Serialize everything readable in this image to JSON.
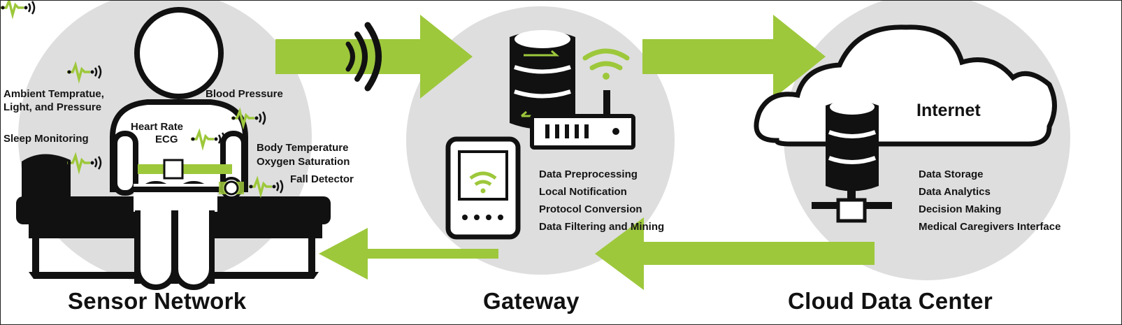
{
  "colors": {
    "accent": "#9dc83b",
    "circle": "#dedede",
    "ink": "#111111",
    "white": "#ffffff"
  },
  "sensor_network": {
    "title": "Sensor Network",
    "labels": {
      "ambient_line1": "Ambient  Tempratue,",
      "ambient_line2": "Light, and Pressure",
      "blood_pressure": "Blood Pressure",
      "heart_rate": "Heart Rate",
      "ecg": "ECG",
      "sleep_monitoring": "Sleep Monitoring",
      "body_temperature": "Body Temperature",
      "oxygen_saturation": "Oxygen Saturation",
      "fall_detector": "Fall Detector"
    }
  },
  "gateway": {
    "title": "Gateway",
    "functions": [
      "Data Preprocessing",
      "Local Notification",
      "Protocol Conversion",
      "Data Filtering and Mining"
    ]
  },
  "cloud": {
    "title": "Cloud Data Center",
    "internet_label": "Internet",
    "functions": [
      "Data Storage",
      "Data Analytics",
      "Decision Making",
      "Medical Caregivers Interface"
    ]
  },
  "icons": {
    "person": "person-icon",
    "wireless": "wireless-signal-icon",
    "pulse": "pulse-sensor-icon",
    "database": "database-icon",
    "router": "router-icon",
    "wifi": "wifi-icon",
    "tablet": "tablet-icon",
    "cloud": "cloud-icon",
    "network": "network-node-icon"
  }
}
